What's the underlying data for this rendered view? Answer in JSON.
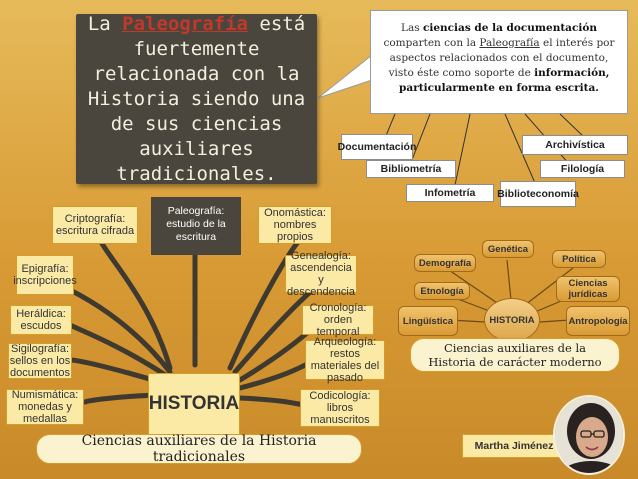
{
  "title": {
    "before": "La ",
    "highlight": "Paleografía",
    "after": " está fuertemente relacionada con la Historia siendo una de sus ciencias auxiliares tradicionales."
  },
  "callout": {
    "p1": "Las ",
    "b1": "ciencias de la documentación",
    "p2": " comparten con la ",
    "u1": "Paleografía",
    "p3": " el interés por aspectos relacionados con el documento, visto éste como soporte de ",
    "b2": "información, particularmente en forma escrita."
  },
  "fields": [
    "Documentación",
    "Bibliometría",
    "Infometría",
    "Biblioteconomía",
    "Filología",
    "Archivística"
  ],
  "left_tree": {
    "center": "HISTORIA",
    "paleografia": "Paleografía: estudio de la escritura",
    "left_items": [
      "Criptografía: escritura cifrada",
      "Epigrafía: inscripciones",
      "Heráldica: escudos",
      "Sigilografía: sellos en los documentos",
      "Numismática: monedas y medallas"
    ],
    "right_items": [
      "Onomástica: nombres propios",
      "Genealogía: ascendencia y descendencia",
      "Cronología: orden temporal",
      "Arqueología: restos materiales del pasado",
      "Codicología: libros manuscritos"
    ],
    "caption": "Ciencias auxiliares de la Historia tradicionales"
  },
  "modern": {
    "hub": "HISTORIA",
    "nodes": [
      "Genética",
      "Demografía",
      "Política",
      "Etnología",
      "Ciencias jurídicas",
      "Lingüística",
      "Antropología"
    ],
    "caption": "Ciencias auxiliares de la Historia de carácter moderno"
  },
  "author": "Martha Jiménez",
  "colors": {
    "background": "#d89a34",
    "dark_box": "#4a463e",
    "light_box": "#fbe9a6",
    "highlight": "#c0392b"
  }
}
